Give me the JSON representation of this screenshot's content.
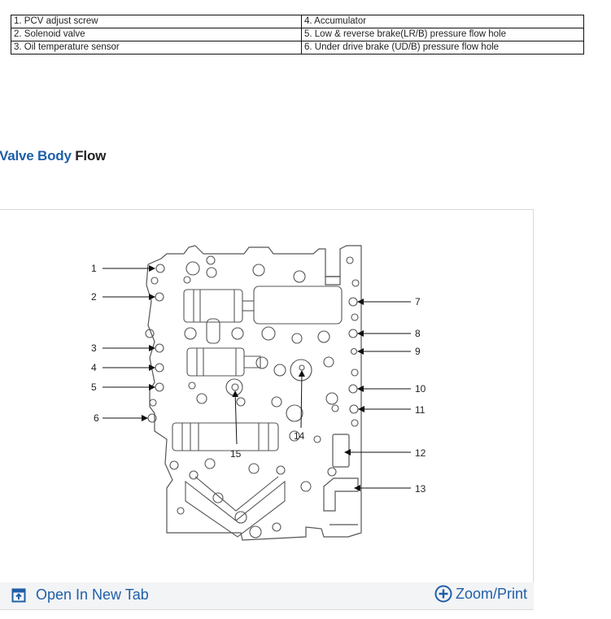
{
  "legend": {
    "rows": [
      {
        "left": "1. PCV adjust screw",
        "right": "4. Accumulator"
      },
      {
        "left": "2. Solenoid valve",
        "right": "5. Low & reverse brake(LR/B) pressure flow hole"
      },
      {
        "left": "3. Oil temperature sensor",
        "right": "6. Under drive brake (UD/B) pressure flow hole"
      }
    ]
  },
  "section": {
    "title_accent": "Valve Body",
    "title_rest": "Flow"
  },
  "diagram": {
    "callouts": [
      "1",
      "2",
      "3",
      "4",
      "5",
      "6",
      "7",
      "8",
      "9",
      "10",
      "11",
      "12",
      "13",
      "14",
      "15"
    ]
  },
  "toolbar": {
    "open_tab_label": "Open In New Tab",
    "zoom_label": "Zoom/Print",
    "open_tab_icon": "external-tab-icon",
    "zoom_icon": "plus-circle-icon"
  },
  "colors": {
    "accent": "#1f5fa8",
    "toolbar_bg": "#f3f4f6"
  }
}
